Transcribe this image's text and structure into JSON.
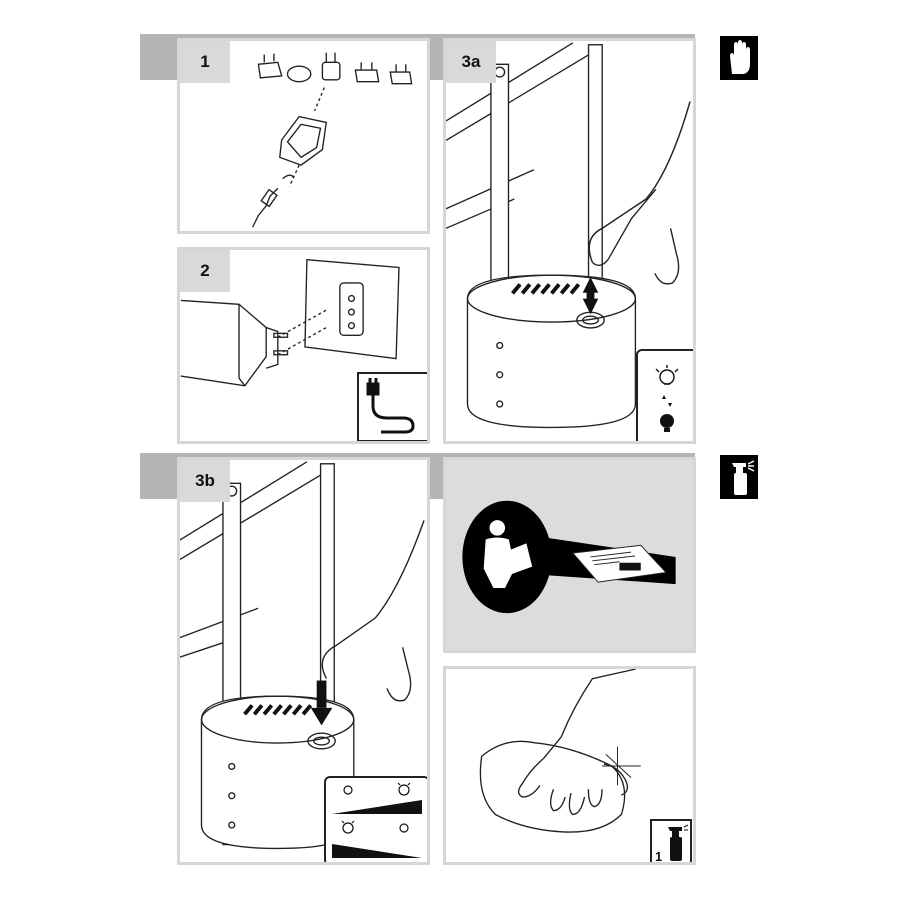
{
  "steps": {
    "step1": "1",
    "step2": "2",
    "step3a": "3a",
    "step3b": "3b"
  },
  "bottle_badge": {
    "count": "1"
  },
  "icons": {
    "warning_badge": "hand-stop-icon",
    "cleaning_badge": "spray-bottle-icon",
    "plug_adapters": "plug-adapter-icon",
    "power_supply": "power-adapter-icon",
    "wall_socket": "wall-socket-icon",
    "cable_symbol": "power-cable-icon",
    "light_toggle": "light-toggle-icon",
    "dimmer": "dimmer-icon",
    "read_manual": "read-manual-icon",
    "wipe_cloth": "wipe-cloth-icon",
    "spray_bottle": "spray-bottle-icon"
  },
  "colors": {
    "panel_border": "#d6d6d6",
    "tab_gray": "#b5b5b5",
    "label_gray": "#d9d9d9",
    "info_panel_bg": "#dcdcdc",
    "ink": "#111111"
  }
}
